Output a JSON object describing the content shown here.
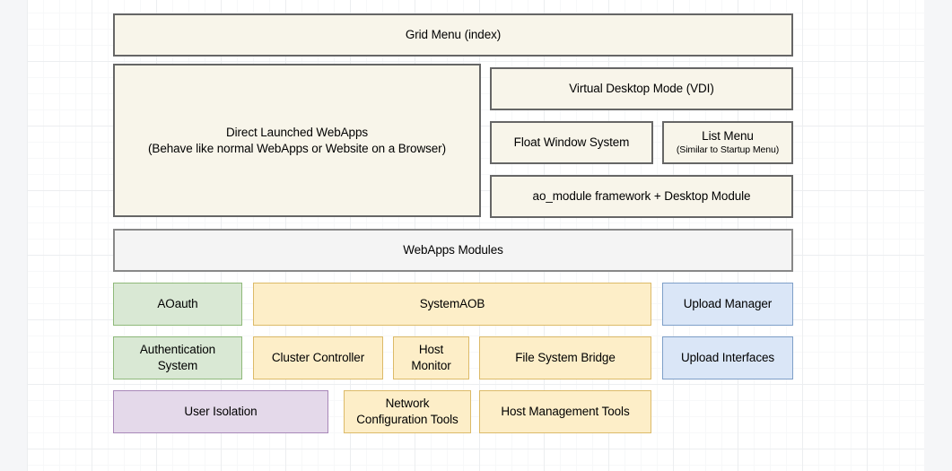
{
  "canvas": {
    "background": "#f5f6f8",
    "grid_surface": "#ffffff",
    "grid_line_minor": "#f7f8f9",
    "grid_line_major": "#eceef0"
  },
  "palette": {
    "cream_fill": "#f8f5ea",
    "cream_border": "#666666",
    "gray_fill": "#f4f4f4",
    "gray_border": "#888888",
    "green_fill": "#d9e8d4",
    "green_border": "#8fb97a",
    "yellow_fill": "#fdeec8",
    "yellow_border": "#dcba68",
    "blue_fill": "#dae6f7",
    "blue_border": "#7e9fc8",
    "purple_fill": "#e4d9ea",
    "purple_border": "#a887b8"
  },
  "boxes": {
    "grid_menu": {
      "label": "Grid Menu (index)"
    },
    "direct_webapps": {
      "line1": "Direct Launched WebApps",
      "line2": "(Behave like normal WebApps or Website on a Browser)"
    },
    "vdi": {
      "label": "Virtual Desktop Mode (VDI)"
    },
    "float_window": {
      "label": "Float Window System"
    },
    "list_menu": {
      "label": "List Menu",
      "sub": "(Similar to Startup Menu)"
    },
    "ao_module": {
      "label": "ao_module framework + Desktop Module"
    },
    "webapps_modules": {
      "label": "WebApps Modules"
    },
    "aoauth": {
      "label": "AOauth"
    },
    "system_aob": {
      "label": "SystemAOB"
    },
    "upload_manager": {
      "label": "Upload Manager"
    },
    "authentication_system": {
      "line1": "Authentication",
      "line2": "System"
    },
    "cluster_controller": {
      "label": "Cluster Controller"
    },
    "host_monitor": {
      "line1": "Host",
      "line2": "Monitor"
    },
    "file_system_bridge": {
      "label": "File System Bridge"
    },
    "upload_interfaces": {
      "label": "Upload Interfaces"
    },
    "user_isolation": {
      "label": "User Isolation"
    },
    "network_configuration_tools": {
      "line1": "Network",
      "line2": "Configuration Tools"
    },
    "host_management_tools": {
      "label": "Host Management Tools"
    }
  }
}
